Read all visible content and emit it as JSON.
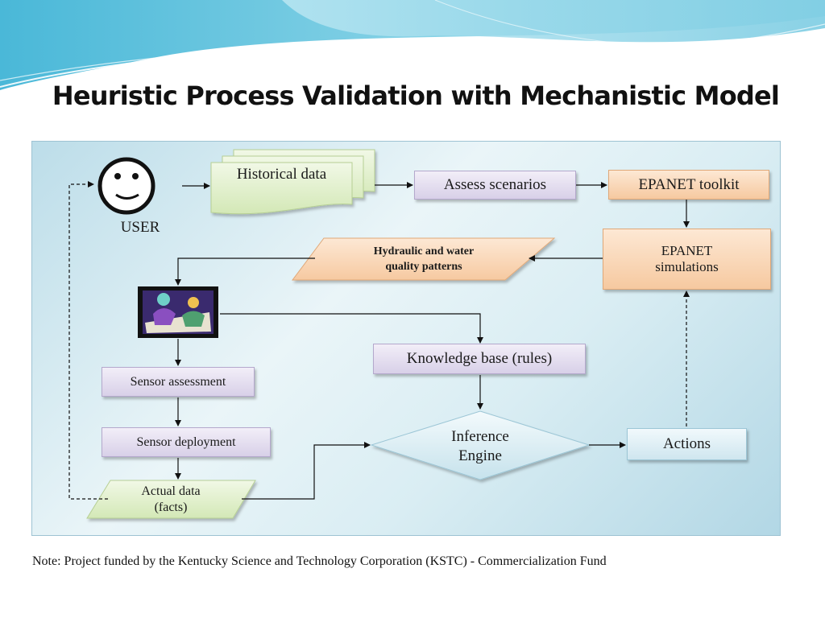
{
  "slide": {
    "title": "Heuristic Process Validation with Mechanistic Model",
    "footnote": "Note: Project funded by the Kentucky Science and Technology Corporation (KSTC) - Commercialization Fund"
  },
  "diagram": {
    "user_label": "USER",
    "historical_data": "Historical data",
    "assess_scenarios": "Assess scenarios",
    "epanet_toolkit": "EPANET toolkit",
    "epanet_simulations_line1": "EPANET",
    "epanet_simulations_line2": "simulations",
    "patterns_line1": "Hydraulic and water",
    "patterns_line2": "quality patterns",
    "knowledge_base": "Knowledge base (rules)",
    "sensor_assessment": "Sensor assessment",
    "sensor_deployment": "Sensor deployment",
    "inference_line1": "Inference",
    "inference_line2": "Engine",
    "actions": "Actions",
    "actual_data_line1": "Actual data",
    "actual_data_line2": "(facts)"
  },
  "colors": {
    "process_box": "#d8d0e8",
    "epanet_box": "#f6c9a0",
    "decision_box": "#cfe6ef",
    "data_shape": "#ddeec4",
    "header_wave": "#5fc3dd"
  }
}
